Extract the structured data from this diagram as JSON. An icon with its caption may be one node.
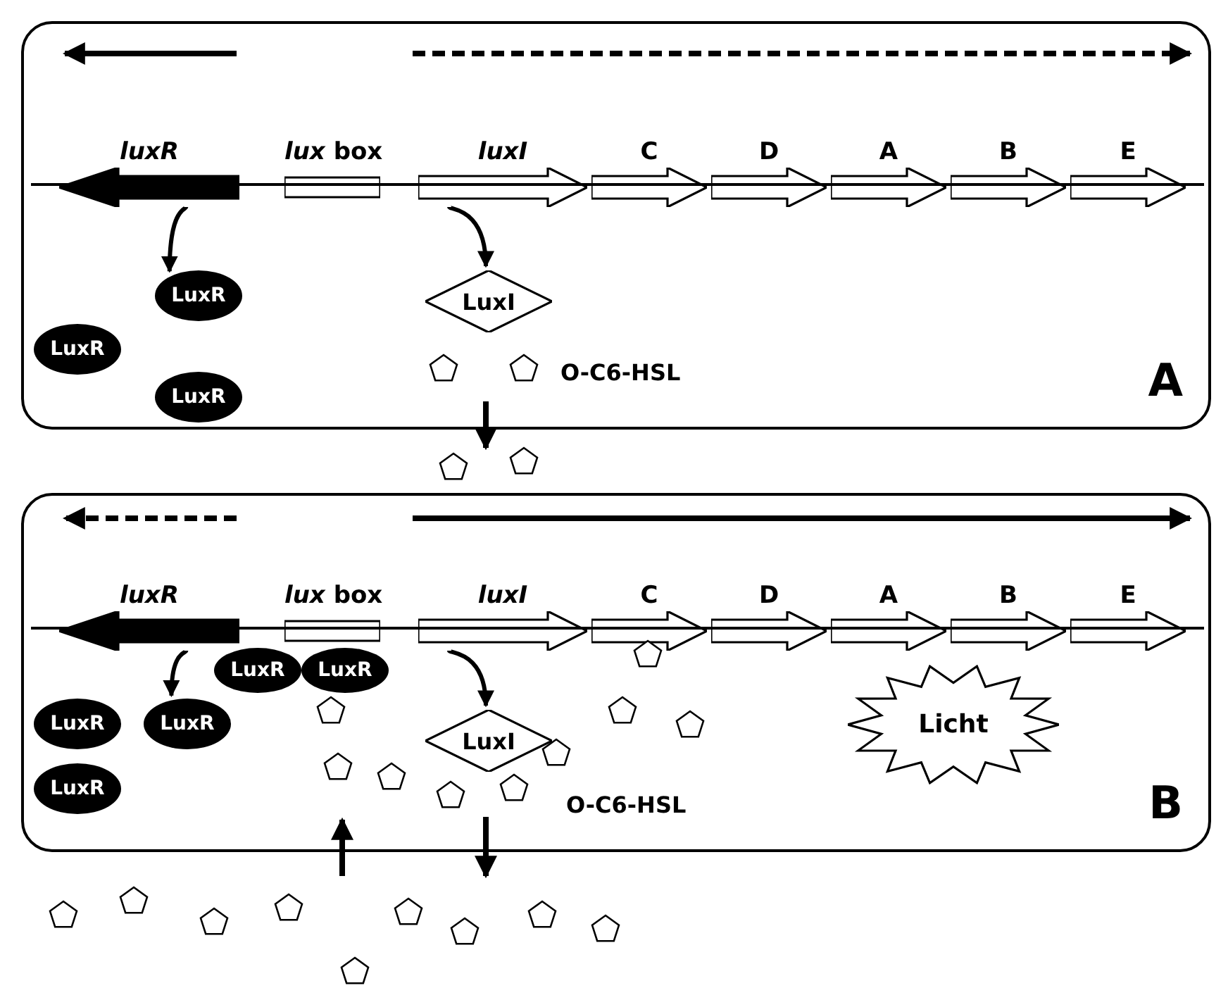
{
  "diagram": {
    "nodes": [
      {
        "text": [
          "A"
        ]
      },
      {
        "text": [
          "luxR"
        ],
        "in": 0
      },
      {
        "text": [
          "*lux* box"
        ],
        "in": 0
      },
      {
        "text": [
          "luxI"
        ],
        "in": 0
      },
      {
        "text": [
          "C"
        ],
        "in": 0
      },
      {
        "text": [
          "D"
        ],
        "in": 0
      },
      {
        "text": [
          "A"
        ],
        "in": 0
      },
      {
        "text": [
          "B"
        ],
        "in": 0
      },
      {
        "text": [
          "E"
        ],
        "in": 0
      },
      {
        "text": [
          "LuxR"
        ],
        "in": 0
      },
      {
        "text": [
          "LuxR"
        ],
        "in": 0
      },
      {
        "text": [
          "LuxR"
        ],
        "in": 0
      },
      {
        "text": [
          "LuxI"
        ],
        "in": 0
      },
      {
        "text": [
          "B"
        ]
      },
      {
        "text": [
          "luxR"
        ],
        "in": 13
      },
      {
        "text": [
          "*lux* box"
        ],
        "in": 13
      },
      {
        "text": [
          "luxI"
        ],
        "in": 13
      },
      {
        "text": [
          "C"
        ],
        "in": 13
      },
      {
        "text": [
          "D"
        ],
        "in": 13
      },
      {
        "text": [
          "A"
        ],
        "in": 13
      },
      {
        "text": [
          "B"
        ],
        "in": 13
      },
      {
        "text": [
          "E"
        ],
        "in": 13
      },
      {
        "text": [
          "LuxR"
        ],
        "in": 13
      },
      {
        "text": [
          "LuxR"
        ],
        "in": 13
      },
      {
        "text": [
          "LuxR"
        ],
        "in": 13
      },
      {
        "text": [
          "LuxR"
        ],
        "in": 13
      },
      {
        "text": [
          "LuxR"
        ],
        "in": 13
      },
      {
        "text": [
          "LuxI"
        ],
        "in": 13
      },
      {
        "text": [
          "Licht"
        ],
        "in": 13
      }
    ],
    "edges": [
      {
        "from": 1,
        "to": 9,
        "arrow": "to"
      },
      {
        "from": 3,
        "to": 12,
        "arrow": "to"
      },
      {
        "from": 14,
        "to": 25,
        "arrow": "to"
      },
      {
        "from": 16,
        "to": 27,
        "arrow": "to"
      }
    ],
    "labels": [
      "O-C6-HSL",
      "O-C6-HSL"
    ]
  }
}
